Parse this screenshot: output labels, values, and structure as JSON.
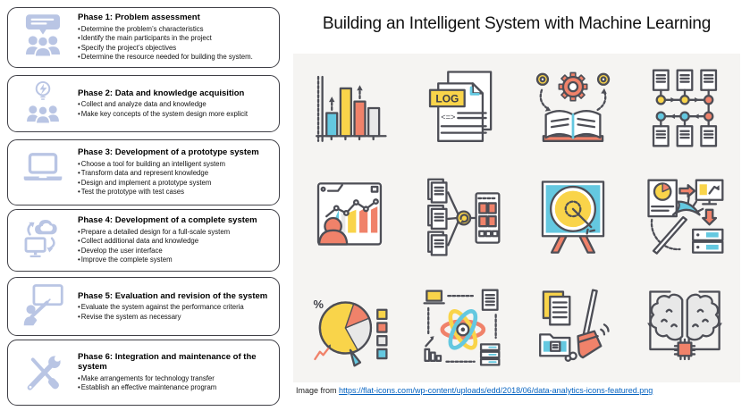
{
  "header": {
    "title": "Building an Intelligent System with Machine Learning"
  },
  "phases": [
    {
      "title": "Phase 1: Problem assessment",
      "icon": "people-presentation-icon",
      "bullets": [
        "Determine the problem’s characteristics",
        "Identify the main participants in the project",
        "Specify the project’s objectives",
        "Determine the resource needed for building the system."
      ]
    },
    {
      "title": "Phase 2: Data and knowledge acquisition",
      "icon": "idea-people-icon",
      "bullets": [
        "Collect and analyze data and knowledge",
        "Make key concepts of the system design more explicit"
      ]
    },
    {
      "title": "Phase 3: Development of a prototype system",
      "icon": "laptop-icon",
      "bullets": [
        "Choose a tool for building an intelligent system",
        "Transform data and represent knowledge",
        "Design and implement a prototype system",
        "Test the prototype with test cases"
      ]
    },
    {
      "title": "Phase 4: Development of a complete system",
      "icon": "cloud-sync-icon",
      "bullets": [
        "Prepare a detailed design for a full-scale system",
        "Collect additional data and knowledge",
        "Develop the user interface",
        "Improve the complete system"
      ]
    },
    {
      "title": "Phase 5: Evaluation and revision of the system",
      "icon": "training-board-icon",
      "bullets": [
        "Evaluate the system against the performance criteria",
        "Revise the system as necessary"
      ]
    },
    {
      "title": "Phase 6: Integration and maintenance of the system",
      "icon": "tools-icon",
      "bullets": [
        "Make arrangements for technology transfer",
        "Establish an effective maintenance program"
      ]
    }
  ],
  "icon_grid": {
    "log_label": "LOG",
    "code_symbol": "<=>",
    "percent_symbol": "%",
    "icons": [
      "bar-chart",
      "log-file",
      "machine-learning-book",
      "data-flow",
      "analytics-dashboard",
      "data-merge",
      "target-board",
      "data-mining",
      "pie-chart",
      "data-science-atom",
      "data-cleaning",
      "ai-brain-chip"
    ]
  },
  "attribution": {
    "prefix": "Image from",
    "link_text": "https://flat-icons.com/wp-content/uploads/edd/2018/06/data-analytics-icons-featured.png"
  },
  "colors": {
    "panel_bg": "#f5f4f2",
    "phase_icon": "#b9c5e4",
    "outline": "#4d4e56",
    "blue": "#64c8e0",
    "yellow": "#f9d44a",
    "orange": "#f0826a",
    "light_gray": "#e8e8e8",
    "link": "#0563c1"
  }
}
